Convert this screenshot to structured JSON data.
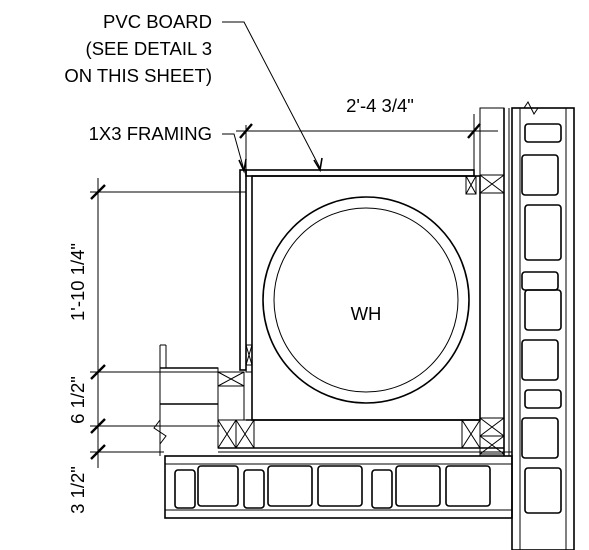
{
  "labels": {
    "pvc_line1": "PVC BOARD",
    "pvc_line2": "(SEE DETAIL 3",
    "pvc_line3": "ON THIS SHEET)",
    "framing": "1X3 FRAMING",
    "width_dim": "2'-4 3/4\"",
    "height_dim": "1'-10 1/4\"",
    "dim_6_half": "6 1/2\"",
    "dim_3_half": "3 1/2\"",
    "appliance": "WH"
  }
}
